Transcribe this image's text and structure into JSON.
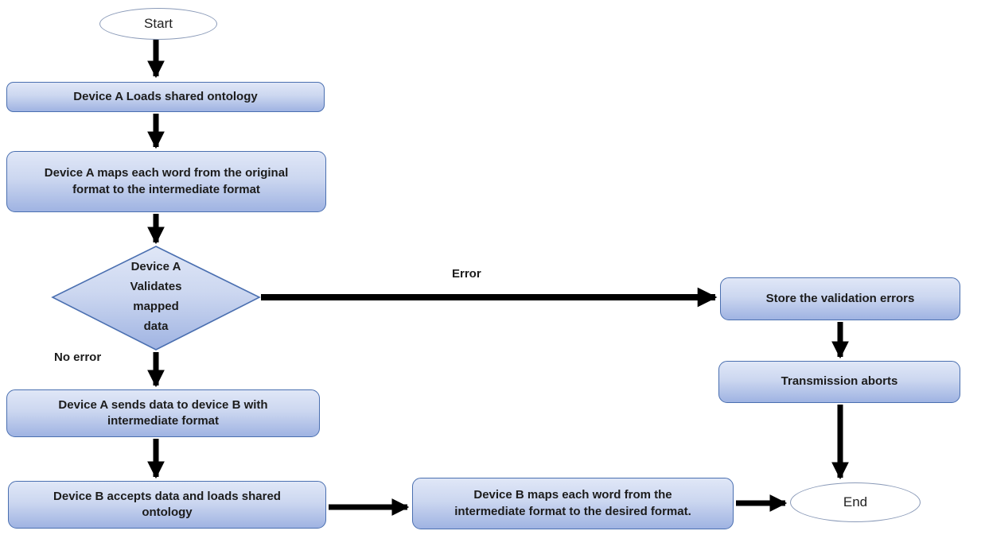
{
  "diagram": {
    "type": "flowchart",
    "description": "Ontology-based data transmission flow between Device A and Device B"
  },
  "colors": {
    "node_fill_top": "#e0e7f7",
    "node_fill_bottom": "#9fb3e2",
    "node_border": "#4a6fb0",
    "terminator_fill": "#ffffff",
    "terminator_border": "#8a9ab8",
    "arrow": "#000000",
    "text": "#1c1c1c"
  },
  "nodes": {
    "start": {
      "type": "terminator",
      "label": "Start"
    },
    "load_ontology": {
      "type": "process",
      "label": "Device A Loads shared ontology"
    },
    "map_original": {
      "type": "process",
      "label": "Device A maps each word from the original\nformat to the intermediate format"
    },
    "validate": {
      "type": "decision",
      "label": "Device A\nValidates\nmapped\ndata"
    },
    "store_errors": {
      "type": "process",
      "label": "Store the validation errors"
    },
    "transmission_aborts": {
      "type": "process",
      "label": "Transmission aborts"
    },
    "send_data": {
      "type": "process",
      "label": "Device A sends data to device B with\nintermediate format"
    },
    "accept_data": {
      "type": "process",
      "label": "Device B accepts data and loads shared\nontology"
    },
    "map_intermediate": {
      "type": "process",
      "label": "Device B maps each word from the\nintermediate format to the desired format."
    },
    "end": {
      "type": "terminator",
      "label": "End"
    }
  },
  "edges": [
    {
      "from": "start",
      "to": "load_ontology",
      "label": ""
    },
    {
      "from": "load_ontology",
      "to": "map_original",
      "label": ""
    },
    {
      "from": "map_original",
      "to": "validate",
      "label": ""
    },
    {
      "from": "validate",
      "to": "store_errors",
      "label": "Error"
    },
    {
      "from": "validate",
      "to": "send_data",
      "label": "No error"
    },
    {
      "from": "store_errors",
      "to": "transmission_aborts",
      "label": ""
    },
    {
      "from": "transmission_aborts",
      "to": "end",
      "label": ""
    },
    {
      "from": "send_data",
      "to": "accept_data",
      "label": ""
    },
    {
      "from": "accept_data",
      "to": "map_intermediate",
      "label": ""
    },
    {
      "from": "map_intermediate",
      "to": "end",
      "label": ""
    }
  ]
}
